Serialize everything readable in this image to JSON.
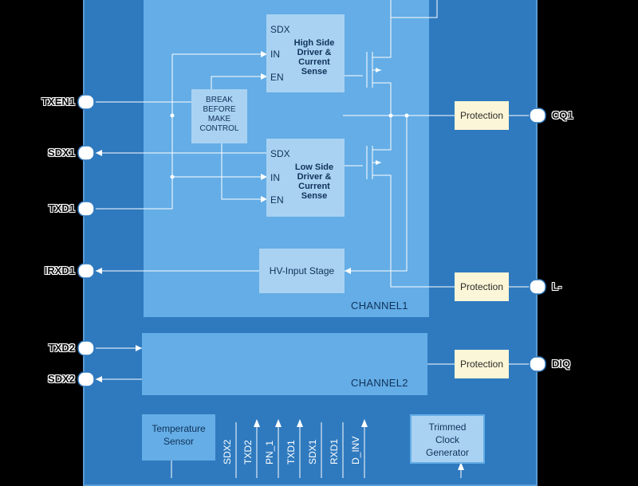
{
  "pins_left": {
    "txen1": "TXEN1",
    "sdx1": "SDX1",
    "txd1": "TXD1",
    "irxd1": "IRXD1",
    "txd2": "TXD2",
    "sdx2": "SDX2"
  },
  "pins_right": {
    "cq1": "CQ1",
    "l_minus": "L-",
    "diq": "DIQ"
  },
  "channel1": {
    "label": "CHANNEL1",
    "high_side": {
      "sdx": "SDX",
      "in": "IN",
      "en": "EN",
      "title": "High Side Driver & Current Sense"
    },
    "low_side": {
      "sdx": "SDX",
      "in": "IN",
      "en": "EN",
      "title": "Low Side Driver & Current Sense"
    },
    "break_before_make": "BREAK BEFORE MAKE CONTROL",
    "hv_input_stage": "HV-Input Stage"
  },
  "channel2": {
    "label": "CHANNEL2"
  },
  "protection_label": "Protection",
  "temperature_sensor": "Temperature Sensor",
  "trimmed_clock": "Trimmed Clock Generator",
  "bus_signals": [
    "SDX2",
    "TXD2",
    "PN_1",
    "TXD1",
    "SDX1",
    "RXD1",
    "D_INV"
  ],
  "colors": {
    "chip_bg": "#2f7abf",
    "channel_bg": "#64ade6",
    "block_bg": "#a9d2f2",
    "protection_bg": "#fbf6d7",
    "wire": "#ffffff"
  }
}
